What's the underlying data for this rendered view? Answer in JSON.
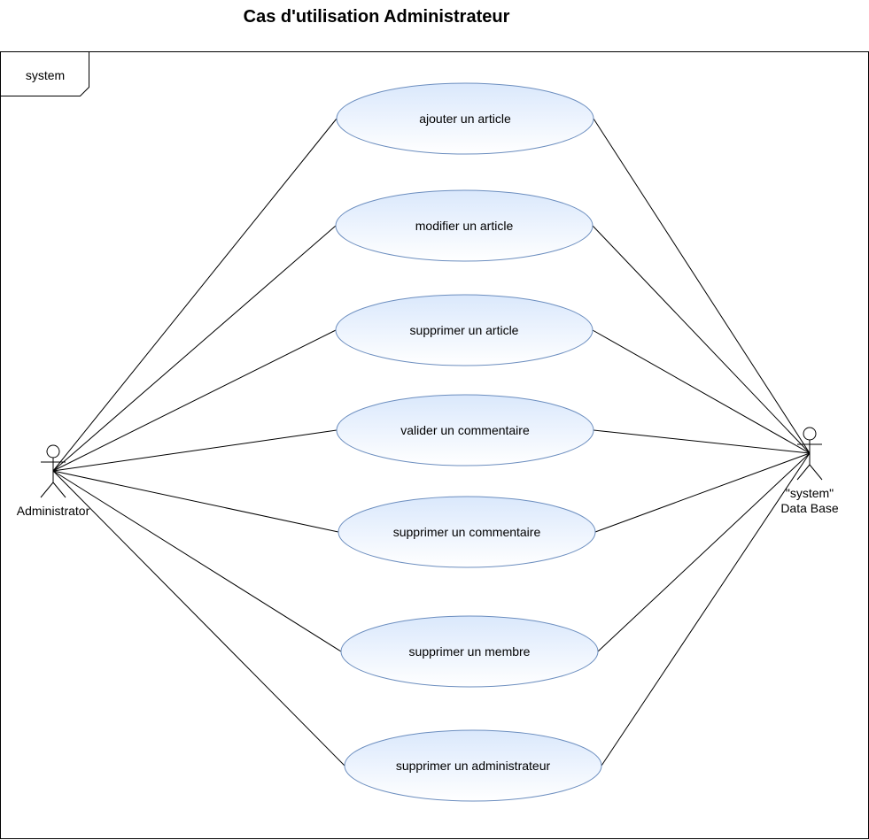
{
  "title": "Cas d'utilisation Administrateur",
  "system_frame": {
    "label": "system"
  },
  "actors": {
    "left": {
      "label": "Administrator"
    },
    "right": {
      "label_line1": "\"system\"",
      "label_line2": "Data Base"
    }
  },
  "use_cases": [
    {
      "label": "ajouter un article"
    },
    {
      "label": "modifier un article"
    },
    {
      "label": "supprimer un article"
    },
    {
      "label": "valider un commentaire"
    },
    {
      "label": "supprimer un commentaire"
    },
    {
      "label": "supprimer un membre"
    },
    {
      "label": "supprimer un administrateur"
    }
  ],
  "colors": {
    "ellipse_stroke": "#6c8ebf",
    "ellipse_fill_top": "#dae8fc",
    "ellipse_fill_bottom": "#ffffff",
    "line": "#000000"
  }
}
